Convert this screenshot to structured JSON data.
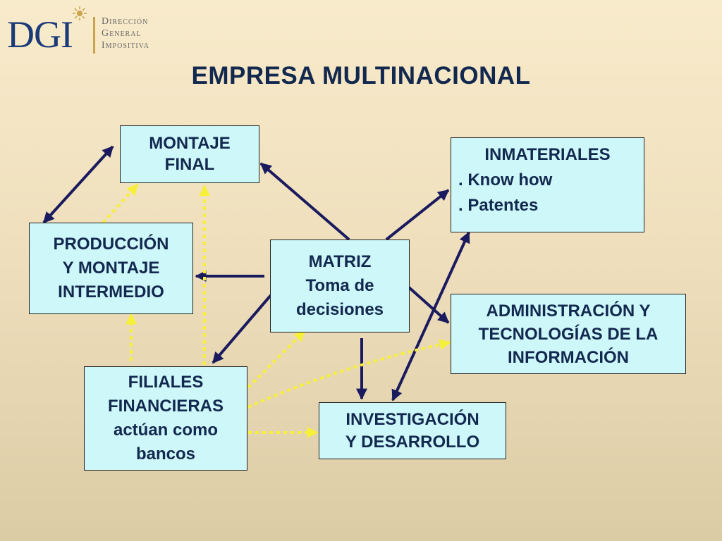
{
  "logo": {
    "mark": "DGI",
    "lines": [
      "Dirección",
      "General",
      "Impositiva"
    ],
    "icon": "sun-emblem-icon"
  },
  "title": "EMPRESA MULTINACIONAL",
  "boxes": {
    "montaje": {
      "lines": [
        "MONTAJE",
        "FINAL"
      ]
    },
    "inmateriales": {
      "heading": "INMATERIALES",
      "items": [
        ". Know how",
        ". Patentes"
      ]
    },
    "produccion": {
      "lines": [
        "PRODUCCIÓN",
        "Y MONTAJE",
        "INTERMEDIO"
      ]
    },
    "matriz": {
      "lines": [
        "MATRIZ",
        "Toma de",
        "decisiones"
      ]
    },
    "admin": {
      "lines": [
        "ADMINISTRACIÓN Y",
        "TECNOLOGÍAS DE LA",
        "INFORMACIÓN"
      ]
    },
    "filiales": {
      "lines": [
        "FILIALES",
        "FINANCIERAS",
        "actúan como",
        "bancos"
      ]
    },
    "investigacion": {
      "lines": [
        "INVESTIGACIÓN",
        "Y DESARROLLO"
      ]
    }
  },
  "colors": {
    "box_fill": "#cdf7f9",
    "text": "#13284f",
    "solid_arrow": "#1a1a5e",
    "dotted_arrow": "#f7f03a"
  }
}
